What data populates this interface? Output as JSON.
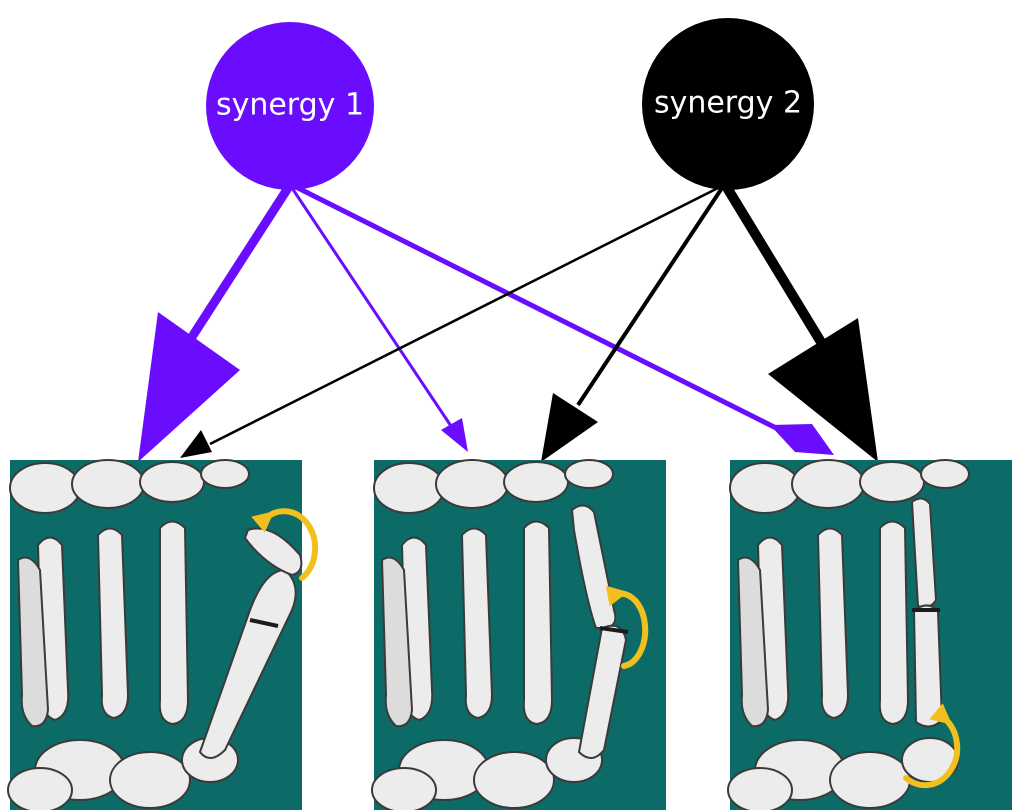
{
  "nodes": [
    {
      "id": "synergy-1",
      "label": "synergy 1",
      "color": "#6a0dff"
    },
    {
      "id": "synergy-2",
      "label": "synergy 2",
      "color": "#000000"
    }
  ],
  "edges": [
    {
      "from": "synergy-1",
      "to": "panel-1",
      "weight": "strong",
      "color": "#6a0dff"
    },
    {
      "from": "synergy-1",
      "to": "panel-2",
      "weight": "weak",
      "color": "#6a0dff"
    },
    {
      "from": "synergy-1",
      "to": "panel-3",
      "weight": "medium",
      "color": "#6a0dff"
    },
    {
      "from": "synergy-2",
      "to": "panel-1",
      "weight": "weak",
      "color": "#000000"
    },
    {
      "from": "synergy-2",
      "to": "panel-2",
      "weight": "medium",
      "color": "#000000"
    },
    {
      "from": "synergy-2",
      "to": "panel-3",
      "weight": "strong",
      "color": "#000000"
    }
  ],
  "panels": [
    {
      "id": "panel-1",
      "rotation_joint": "thumb-tip"
    },
    {
      "id": "panel-2",
      "rotation_joint": "thumb-middle"
    },
    {
      "id": "panel-3",
      "rotation_joint": "thumb-base"
    }
  ],
  "colors": {
    "panel_background": "#0c6b67",
    "bone": "#ececec",
    "rotation_arrow": "#f2c01e"
  },
  "icons": [
    "hand-skeleton-illustration",
    "rotation-arrow-icon"
  ]
}
